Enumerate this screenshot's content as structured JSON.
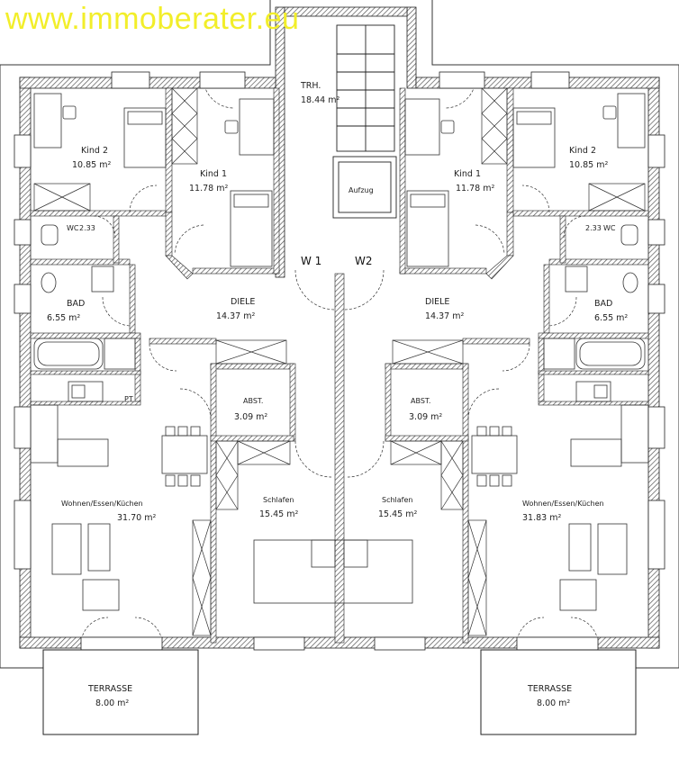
{
  "watermark": "www.immoberater.eu",
  "colors": {
    "wall_hatch": "#555555",
    "watermark": "#f2ee2a",
    "line": "#222222"
  },
  "rooms": {
    "stair": {
      "name": "TRH.",
      "area": "18.44 m²"
    },
    "elevator": {
      "name": "Aufzug"
    },
    "w1": {
      "name": "W 1"
    },
    "w2": {
      "name": "W2"
    },
    "left": {
      "kind2": {
        "name": "Kind 2",
        "area": "10.85 m²"
      },
      "kind1": {
        "name": "Kind 1",
        "area": "11.78 m²"
      },
      "wc": {
        "name": "WC",
        "area": "2.33"
      },
      "bad": {
        "name": "BAD",
        "area": "6.55 m²"
      },
      "diele": {
        "name": "DIELE",
        "area": "14.37 m²"
      },
      "abst": {
        "name": "ABST.",
        "area": "3.09 m²"
      },
      "wohnen": {
        "name": "Wohnen/Essen/Küchen",
        "area": "31.70 m²"
      },
      "schlafen": {
        "name": "Schlafen",
        "area": "15.45 m²"
      },
      "terrasse": {
        "name": "TERRASSE",
        "area": "8.00 m²"
      },
      "pt": {
        "name": "PT"
      }
    },
    "right": {
      "kind2": {
        "name": "Kind 2",
        "area": "10.85 m²"
      },
      "kind1": {
        "name": "Kind 1",
        "area": "11.78 m²"
      },
      "wc": {
        "name": "WC",
        "area": "2.33"
      },
      "bad": {
        "name": "BAD",
        "area": "6.55 m²"
      },
      "diele": {
        "name": "DIELE",
        "area": "14.37 m²"
      },
      "abst": {
        "name": "ABST.",
        "area": "3.09 m²"
      },
      "wohnen": {
        "name": "Wohnen/Essen/Küchen",
        "area": "31.83 m²"
      },
      "schlafen": {
        "name": "Schlafen",
        "area": "15.45 m²"
      },
      "terrasse": {
        "name": "TERRASSE",
        "area": "8.00 m²"
      }
    }
  }
}
